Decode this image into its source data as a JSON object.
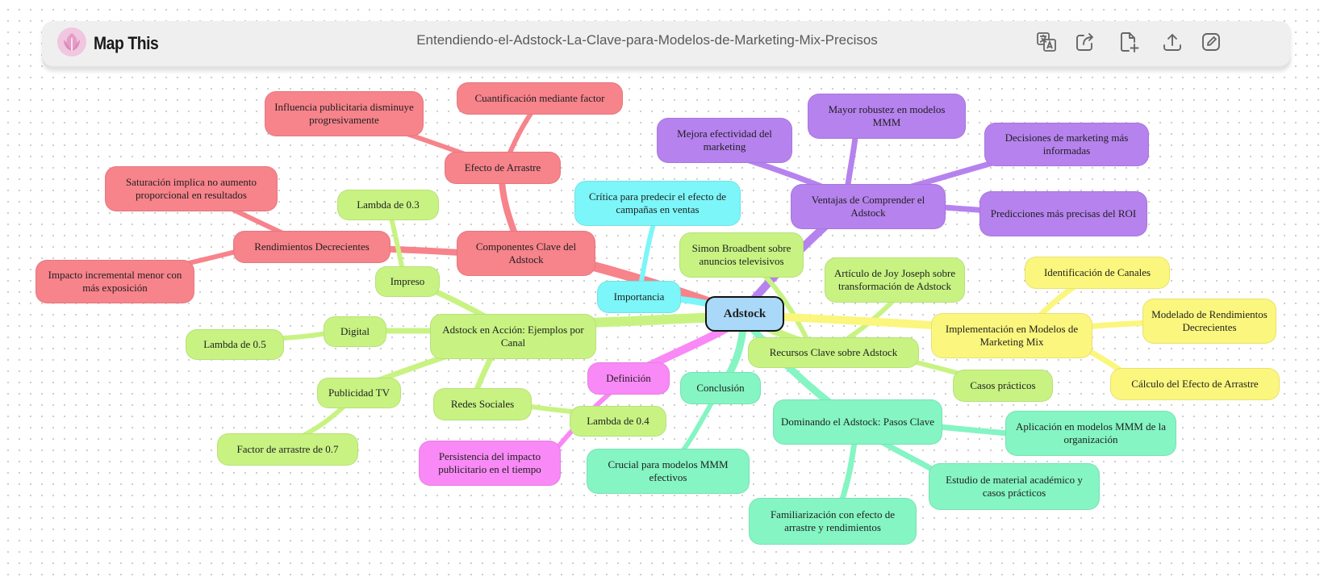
{
  "app": {
    "name": "Map This",
    "document_title": "Entendiendo-el-Adstock-La-Clave-para-Modelos-de-Marketing-Mix-Precisos"
  },
  "toolbar": {
    "icons": [
      "translate-icon",
      "share-icon",
      "new-file-icon",
      "upload-icon",
      "edit-icon"
    ]
  },
  "colors": {
    "red": "#f7838b",
    "purple": "#b682ee",
    "green": "#c8f383",
    "cyan": "#7cf6f9",
    "yellow": "#fbf67d",
    "mint": "#84f5c3",
    "pink": "#f989f6",
    "root": "#a9d8f8",
    "red_link": "#f7838b",
    "purple_link": "#b682ee",
    "green_link": "#c8f383",
    "cyan_link": "#7cf6f9",
    "yellow_link": "#fbf67d",
    "mint_link": "#84f5c3",
    "pink_link": "#f989f6"
  },
  "mindmap": {
    "root": "Adstock",
    "red": {
      "componentes": "Componentes Clave del Adstock",
      "efecto": "Efecto de Arrastre",
      "cuantificacion": "Cuantificación mediante factor",
      "influencia": "Influencia publicitaria disminuye progresivamente",
      "rendimientos": "Rendimientos Decrecientes",
      "saturacion": "Saturación implica no aumento proporcional en resultados",
      "impacto": "Impacto incremental menor con más exposición"
    },
    "purple": {
      "ventajas": "Ventajas de Comprender el Adstock",
      "mejora": "Mejora efectividad del marketing",
      "robustez": "Mayor robustez en modelos MMM",
      "decisiones": "Decisiones de marketing más informadas",
      "predicciones": "Predicciones más precisas del ROI"
    },
    "cyan": {
      "importancia": "Importancia",
      "critica": "Crítica para predecir el efecto de campañas en ventas"
    },
    "green": {
      "accion": "Adstock en Acción: Ejemplos por Canal",
      "impreso": "Impreso",
      "lambda03": "Lambda de 0.3",
      "digital": "Digital",
      "lambda05": "Lambda de 0.5",
      "tv": "Publicidad TV",
      "factor07": "Factor de arrastre de 0.7",
      "redes": "Redes Sociales",
      "lambda04": "Lambda de 0.4",
      "recursos": "Recursos Clave sobre Adstock",
      "simon": "Simon Broadbent sobre anuncios televisivos",
      "articulo": "Artículo de Joy Joseph sobre transformación de Adstock",
      "casos": "Casos prácticos"
    },
    "yellow": {
      "implementacion": "Implementación en Modelos de Marketing Mix",
      "identificacion": "Identificación de Canales",
      "modelado": "Modelado de Rendimientos Decrecientes",
      "calculo": "Cálculo del Efecto de Arrastre"
    },
    "pink": {
      "definicion": "Definición",
      "persistencia": "Persistencia del impacto publicitario en el tiempo"
    },
    "mint": {
      "conclusion": "Conclusión",
      "crucial": "Crucial para modelos MMM efectivos",
      "dominando": "Dominando el Adstock: Pasos Clave",
      "aplicacion": "Aplicación en modelos MMM de la organización",
      "estudio": "Estudio de material académico y casos prácticos",
      "familiarizacion": "Familiarización con efecto de arrastre y rendimientos"
    }
  }
}
